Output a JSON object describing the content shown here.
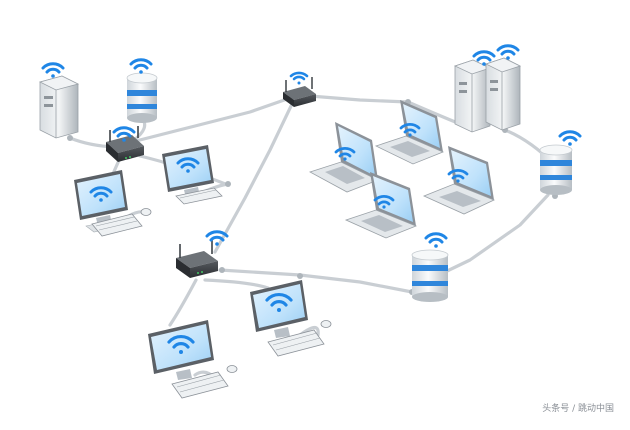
{
  "watermark": "头条号 / 跳动中国",
  "colors": {
    "wifi": "#1f86e6",
    "cable": "#c6cbd0",
    "cable_dark": "#8c9299",
    "device_light": "#e7ebee",
    "device_mid": "#b8bfc6",
    "device_dark": "#3e4247",
    "screen": "#bfe2fb",
    "cylinder_band": "#2f86db"
  },
  "devices": [
    {
      "name": "server-tower-left",
      "kind": "server-tower",
      "wifi": true
    },
    {
      "name": "cylinder-server-top-left",
      "kind": "cylinder-server",
      "wifi": true
    },
    {
      "name": "router-top-left",
      "kind": "router",
      "wifi": true
    },
    {
      "name": "router-top-center",
      "kind": "router",
      "wifi": true
    },
    {
      "name": "router-bottom-left",
      "kind": "router",
      "wifi": true
    },
    {
      "name": "server-pair-top-right",
      "kind": "server-pair",
      "wifi": true
    },
    {
      "name": "cylinder-server-right",
      "kind": "cylinder-server",
      "wifi": true
    },
    {
      "name": "cylinder-server-center",
      "kind": "cylinder-server",
      "wifi": true
    },
    {
      "name": "desktop-top-left",
      "kind": "desktop",
      "wifi": true
    },
    {
      "name": "desktop-top-center-left",
      "kind": "desktop",
      "wifi": true
    },
    {
      "name": "desktop-bottom-left",
      "kind": "desktop",
      "wifi": true
    },
    {
      "name": "desktop-bottom-center",
      "kind": "desktop",
      "wifi": true
    },
    {
      "name": "laptop-1",
      "kind": "laptop",
      "wifi": true
    },
    {
      "name": "laptop-2",
      "kind": "laptop",
      "wifi": true
    },
    {
      "name": "laptop-3",
      "kind": "laptop",
      "wifi": true
    },
    {
      "name": "laptop-4",
      "kind": "laptop",
      "wifi": true
    }
  ],
  "icons": [
    "wifi-icon",
    "router-icon",
    "server-icon",
    "desktop-icon",
    "laptop-icon"
  ]
}
